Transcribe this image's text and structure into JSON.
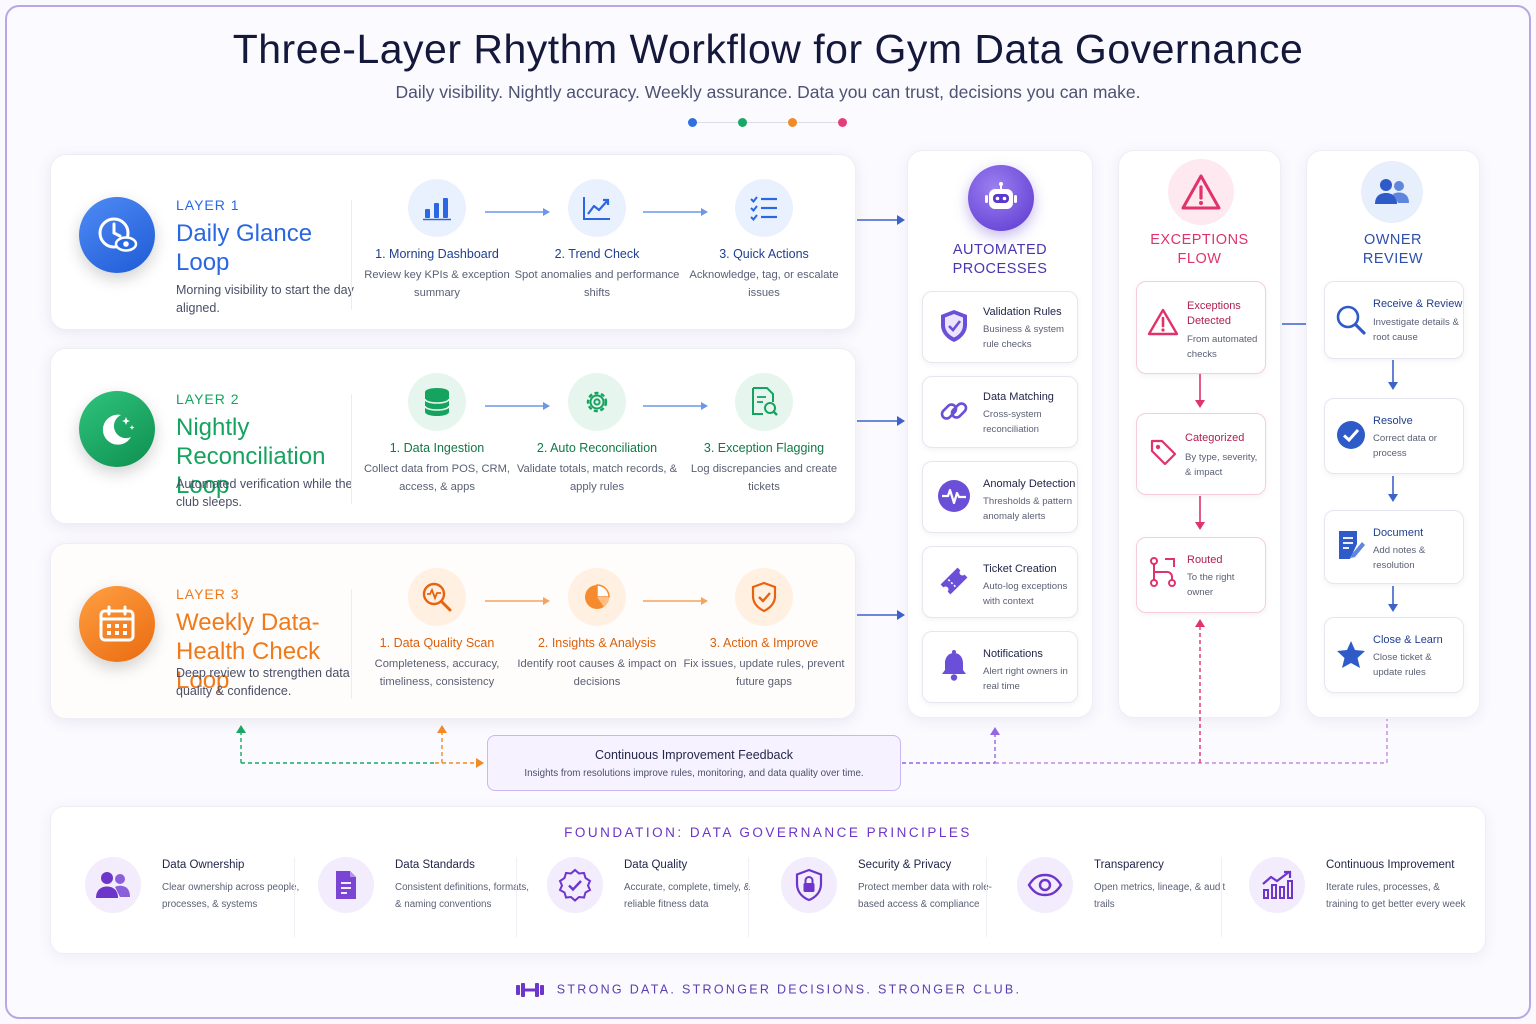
{
  "header": {
    "title": "Three-Layer Rhythm Workflow for Gym Data Governance",
    "subtitle": "Daily visibility. Nightly accuracy. Weekly assurance. Data you can trust, decisions you can make.",
    "dot_colors": [
      "#2f6fe0",
      "#18a765",
      "#f08a24",
      "#e83c7a"
    ]
  },
  "layers": [
    {
      "tag": "LAYER 1",
      "name": "Daily Glance Loop",
      "desc": "Morning visibility to start the day aligned.",
      "color": "#2a67e2",
      "icon": "clock-eye-icon",
      "steps": [
        {
          "title": "1. Morning Dashboard",
          "desc": "Review key KPIs & exception summary",
          "icon": "bar-chart-icon"
        },
        {
          "title": "2. Trend Check",
          "desc": "Spot anomalies and performance shifts",
          "icon": "trend-line-icon"
        },
        {
          "title": "3. Quick Actions",
          "desc": "Acknowledge, tag, or escalate issues",
          "icon": "checklist-icon"
        }
      ]
    },
    {
      "tag": "LAYER 2",
      "name": "Nightly Reconciliation Loop",
      "desc": "Automated verification while the club sleeps.",
      "color": "#16a35f",
      "icon": "moon-stars-icon",
      "steps": [
        {
          "title": "1. Data Ingestion",
          "desc": "Collect data from POS, CRM, access, & apps",
          "icon": "database-icon"
        },
        {
          "title": "2. Auto Reconciliation",
          "desc": "Validate totals, match records, & apply rules",
          "icon": "gear-icon"
        },
        {
          "title": "3. Exception Flagging",
          "desc": "Log discrepancies and create tickets",
          "icon": "document-search-icon"
        }
      ]
    },
    {
      "tag": "LAYER 3",
      "name": "Weekly Data-Health Check Loop",
      "desc": "Deep review to strengthen data quality & confidence.",
      "color": "#f07a1a",
      "icon": "calendar-icon",
      "steps": [
        {
          "title": "1. Data Quality Scan",
          "desc": "Completeness, accuracy, timeliness, consistency",
          "icon": "magnifier-pulse-icon"
        },
        {
          "title": "2. Insights & Analysis",
          "desc": "Identify root causes & impact on decisions",
          "icon": "pie-chart-icon"
        },
        {
          "title": "3. Action & Improve",
          "desc": "Fix issues, update rules, prevent future gaps",
          "icon": "shield-check-icon"
        }
      ]
    }
  ],
  "automated": {
    "title": "AUTOMATED PROCESSES",
    "color": "#5b3fcf",
    "items": [
      {
        "title": "Validation Rules",
        "desc": "Business & system rule checks",
        "icon": "shield-check-icon"
      },
      {
        "title": "Data Matching",
        "desc": "Cross-system reconciliation",
        "icon": "link-icon"
      },
      {
        "title": "Anomaly Detection",
        "desc": "Thresholds & pattern anomaly alerts",
        "icon": "pulse-icon"
      },
      {
        "title": "Ticket Creation",
        "desc": "Auto-log exceptions with context",
        "icon": "ticket-icon"
      },
      {
        "title": "Notifications",
        "desc": "Alert right owners in real time",
        "icon": "bell-icon"
      }
    ]
  },
  "exceptions": {
    "title": "EXCEPTIONS FLOW",
    "color": "#e0336b",
    "items": [
      {
        "title": "Exceptions Detected",
        "desc": "From automated checks",
        "icon": "warning-icon"
      },
      {
        "title": "Categorized",
        "desc": "By type, severity, & impact",
        "icon": "tag-icon"
      },
      {
        "title": "Routed",
        "desc": "To the right owner",
        "icon": "route-icon"
      }
    ]
  },
  "owner": {
    "title": "OWNER REVIEW",
    "color": "#2e5bc8",
    "items": [
      {
        "title": "Receive & Review",
        "desc": "Investigate details & root cause",
        "icon": "search-icon"
      },
      {
        "title": "Resolve",
        "desc": "Correct data or process",
        "icon": "check-circle-icon"
      },
      {
        "title": "Document",
        "desc": "Add notes & resolution",
        "icon": "document-edit-icon"
      },
      {
        "title": "Close & Learn",
        "desc": "Close ticket & update rules",
        "icon": "star-icon"
      }
    ]
  },
  "feedback": {
    "title": "Continuous Improvement Feedback",
    "desc": "Insights from resolutions improve rules, monitoring, and data quality over time."
  },
  "foundation": {
    "title": "FOUNDATION: DATA GOVERNANCE PRINCIPLES",
    "items": [
      {
        "title": "Data Ownership",
        "desc": "Clear ownership across people, processes, & systems",
        "icon": "people-icon"
      },
      {
        "title": "Data Standards",
        "desc": "Consistent definitions, formats, & naming conventions",
        "icon": "document-icon"
      },
      {
        "title": "Data Quality",
        "desc": "Accurate, complete, timely, & reliable fitness data",
        "icon": "badge-check-icon"
      },
      {
        "title": "Security & Privacy",
        "desc": "Protect member data with role-based access & compliance",
        "icon": "shield-lock-icon"
      },
      {
        "title": "Transparency",
        "desc": "Open metrics, lineage, & audit trails",
        "icon": "eye-icon"
      },
      {
        "title": "Continuous Improvement",
        "desc": "Iterate rules, processes, & training to get better every week",
        "icon": "growth-chart-icon"
      }
    ]
  },
  "tagline": "STRONG DATA. STRONGER DECISIONS. STRONGER CLUB."
}
